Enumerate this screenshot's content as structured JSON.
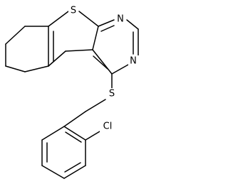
{
  "structure": {
    "atoms": {
      "S_thiophene": "S",
      "N_upper": "N",
      "N_lower": "N",
      "S_thioether": "S",
      "Cl": "Cl"
    }
  },
  "colors": {
    "ink": "#000000",
    "background": "#ffffff"
  }
}
